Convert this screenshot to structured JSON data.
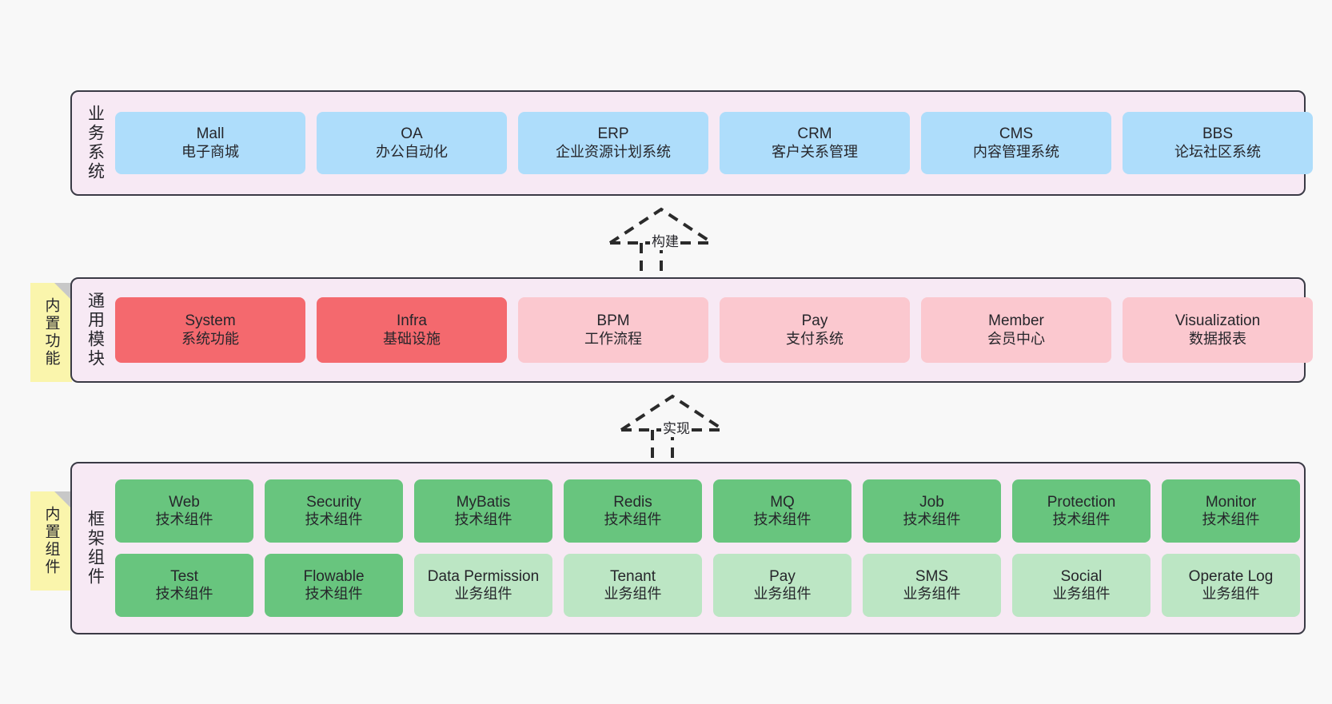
{
  "diagram": {
    "background_color": "#F8F8F8",
    "panel_color": "#F7E9F4",
    "panel_border_color": "#3A3A45",
    "sticky_color": "#FAF5AC"
  },
  "sections": {
    "business": {
      "title": "业务系统",
      "card_color": "#AEDDFB",
      "cards": [
        {
          "en": "Mall",
          "cn": "电子商城"
        },
        {
          "en": "OA",
          "cn": "办公自动化"
        },
        {
          "en": "ERP",
          "cn": "企业资源计划系统"
        },
        {
          "en": "CRM",
          "cn": "客户关系管理"
        },
        {
          "en": "CMS",
          "cn": "内容管理系统"
        },
        {
          "en": "BBS",
          "cn": "论坛社区系统"
        }
      ]
    },
    "common": {
      "title": "通用模块",
      "sticky_label": "内置功能",
      "card_color_primary": "#F4696E",
      "card_color_secondary": "#FBC8CF",
      "cards": [
        {
          "en": "System",
          "cn": "系统功能",
          "variant": "primary"
        },
        {
          "en": "Infra",
          "cn": "基础设施",
          "variant": "primary"
        },
        {
          "en": "BPM",
          "cn": "工作流程",
          "variant": "secondary"
        },
        {
          "en": "Pay",
          "cn": "支付系统",
          "variant": "secondary"
        },
        {
          "en": "Member",
          "cn": "会员中心",
          "variant": "secondary"
        },
        {
          "en": "Visualization",
          "cn": "数据报表",
          "variant": "secondary"
        }
      ]
    },
    "framework": {
      "title": "框架组件",
      "sticky_label": "内置组件",
      "card_color_tech": "#68C57E",
      "card_color_biz": "#BCE6C4",
      "row1": [
        {
          "en": "Web",
          "cn": "技术组件"
        },
        {
          "en": "Security",
          "cn": "技术组件"
        },
        {
          "en": "MyBatis",
          "cn": "技术组件"
        },
        {
          "en": "Redis",
          "cn": "技术组件"
        },
        {
          "en": "MQ",
          "cn": "技术组件"
        },
        {
          "en": "Job",
          "cn": "技术组件"
        },
        {
          "en": "Protection",
          "cn": "技术组件"
        },
        {
          "en": "Monitor",
          "cn": "技术组件"
        }
      ],
      "row2": [
        {
          "en": "Test",
          "cn": "技术组件",
          "variant": "tech"
        },
        {
          "en": "Flowable",
          "cn": "技术组件",
          "variant": "tech"
        },
        {
          "en": "Data Permission",
          "cn": "业务组件",
          "variant": "biz"
        },
        {
          "en": "Tenant",
          "cn": "业务组件",
          "variant": "biz"
        },
        {
          "en": "Pay",
          "cn": "业务组件",
          "variant": "biz"
        },
        {
          "en": "SMS",
          "cn": "业务组件",
          "variant": "biz"
        },
        {
          "en": "Social",
          "cn": "业务组件",
          "variant": "biz"
        },
        {
          "en": "Operate Log",
          "cn": "业务组件",
          "variant": "biz"
        }
      ]
    }
  },
  "arrows": [
    {
      "label": "构建"
    },
    {
      "label": "实现"
    }
  ]
}
